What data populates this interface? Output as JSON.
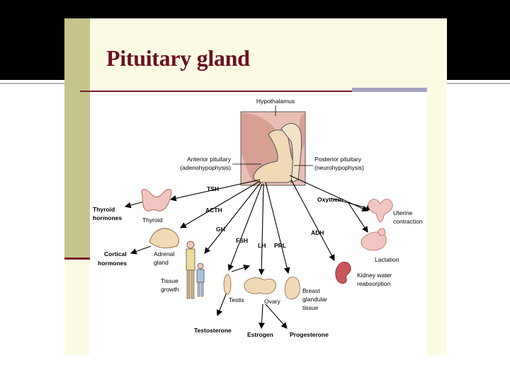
{
  "slide": {
    "title": "Pituitary gland"
  },
  "figure": {
    "hypothalamus": "Hypothalamus",
    "anterior_pituitary": "Anterior pituitary",
    "anterior_pituitary_alt": "(adenohypophysis)",
    "posterior_pituitary": "Posterior pituitary",
    "posterior_pituitary_alt": "(neurohypophysis)",
    "hormones": {
      "tsh": "TSH",
      "acth": "ACTH",
      "gh": "GH",
      "fsh": "FSH",
      "lh": "LH",
      "prl": "PRL",
      "adh": "ADH",
      "oxytocin": "Oxytocin"
    },
    "targets": {
      "thyroid_hormones_1": "Thyroid",
      "thyroid_hormones_2": "hormones",
      "thyroid": "Thyroid",
      "adrenal_1": "Adrenal",
      "adrenal_2": "gland",
      "cortical_1": "Cortical",
      "cortical_2": "hormones",
      "tissue_growth_1": "Tissue",
      "tissue_growth_2": "growth",
      "testis": "Testis",
      "ovary": "Ovary",
      "breast_1": "Breast",
      "breast_2": "glandular",
      "breast_3": "tissue",
      "kidney_1": "Kidney water",
      "kidney_2": "reabsorption",
      "uterine_1": "Uterine",
      "uterine_2": "contraction",
      "lactation": "Lactation",
      "testosterone": "Testosterone",
      "estrogen": "Estrogen",
      "progesterone": "Progesterone"
    }
  },
  "colors": {
    "title": "#6b1020",
    "tissue_pink": "#f2c6c0",
    "tissue_dark": "#c98c7e",
    "pituitary_tan": "#f0d9b5"
  }
}
